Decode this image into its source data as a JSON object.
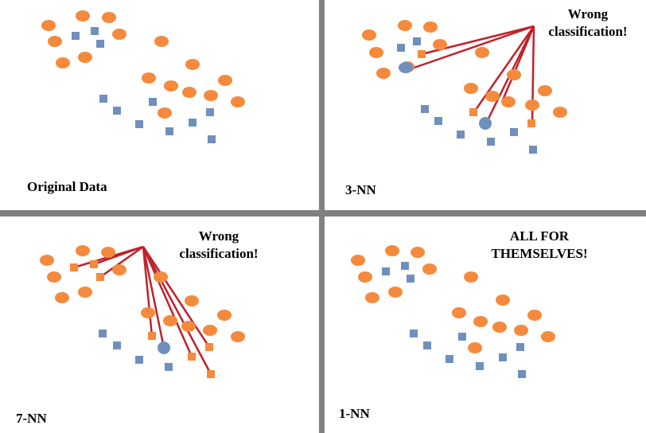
{
  "colors": {
    "orange_class": "#f58a3c",
    "blue_class": "#6f8fbd",
    "line": "#c0212a",
    "divider": "#808080"
  },
  "panels": [
    {
      "id": "original",
      "caption": "Original Data"
    },
    {
      "id": "knn3",
      "caption": "3-NN",
      "callout": [
        "Wrong",
        "classification!"
      ]
    },
    {
      "id": "knn7",
      "caption": "7-NN",
      "callout": [
        "Wrong",
        "classification!"
      ]
    },
    {
      "id": "knn1",
      "caption": "1-NN",
      "callout": [
        "ALL FOR",
        "THEMSELVES!"
      ]
    }
  ]
}
